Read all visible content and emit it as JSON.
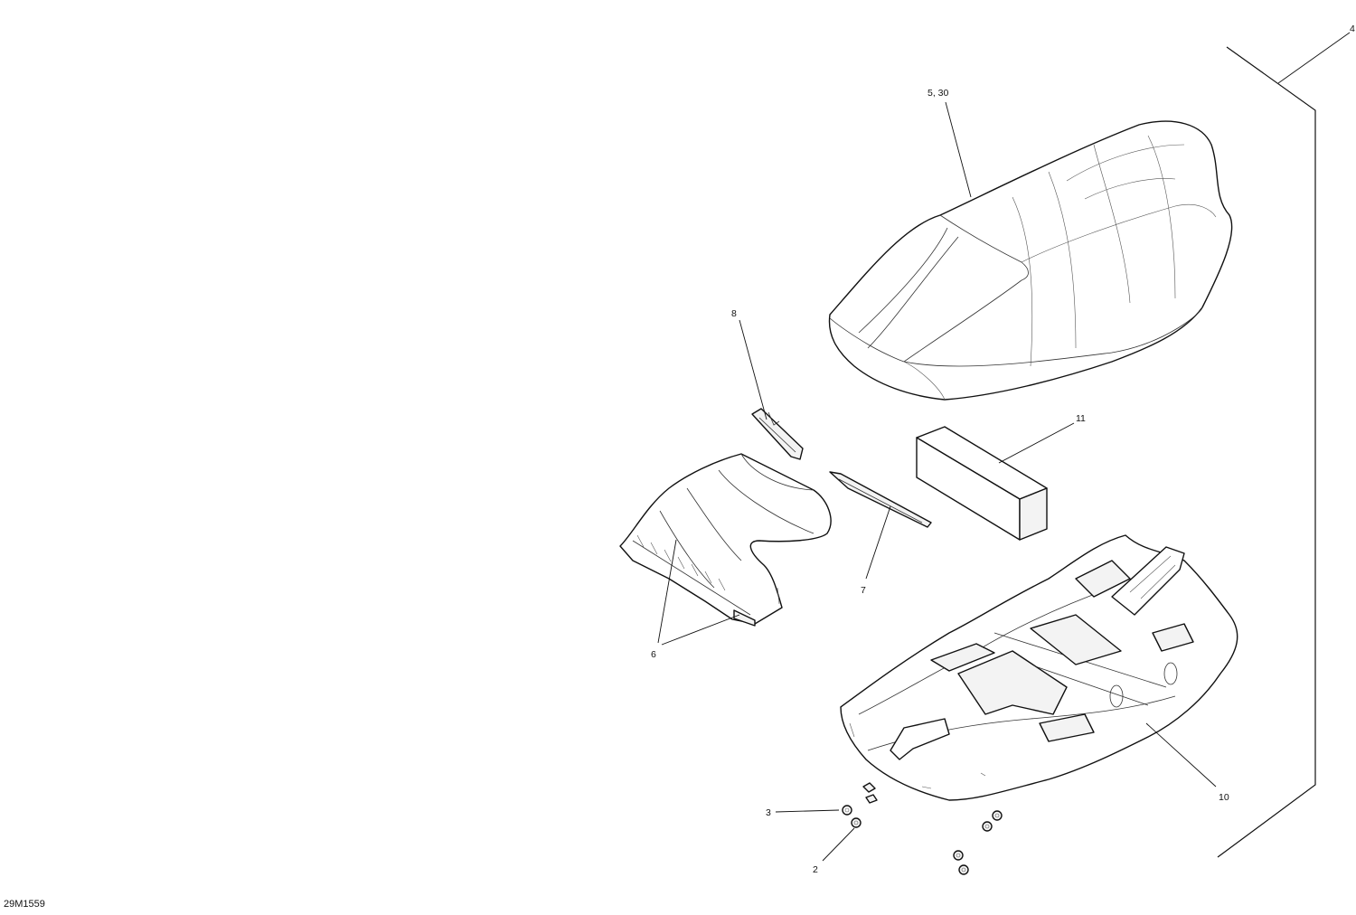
{
  "drawing_id": "29M1559",
  "callouts": {
    "assembly": "4",
    "seat_cover": "5, 30",
    "front_piece": "6",
    "strip": "7",
    "bracket": "8",
    "seat_base": "10",
    "foam_block": "11",
    "washer": "3",
    "fastener": "2"
  }
}
